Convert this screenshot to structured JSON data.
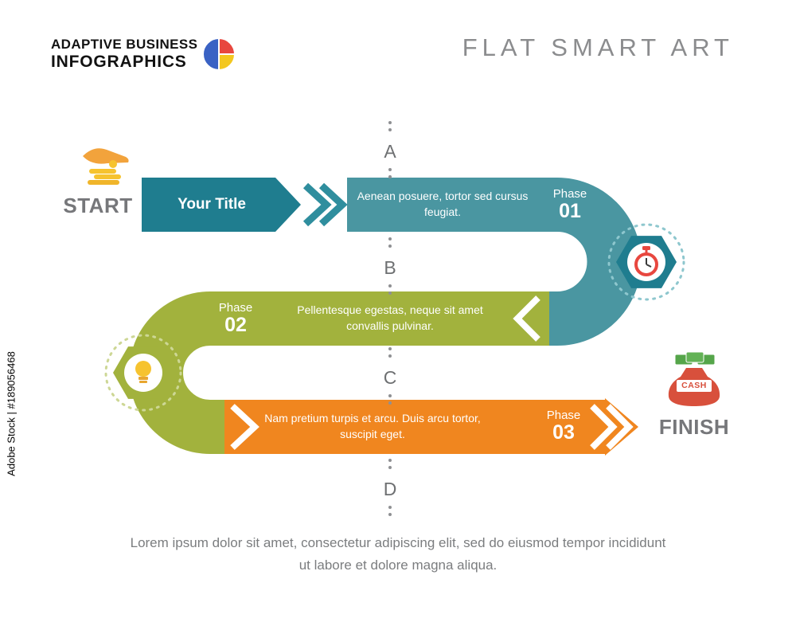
{
  "watermark": {
    "text": "Adobe Stock | #189056468"
  },
  "header": {
    "logo_line1": "ADAPTIVE BUSINESS",
    "logo_line2": "INFOGRAPHICS",
    "title": "FLAT SMART ART"
  },
  "diagram": {
    "start_label": "START",
    "finish_label": "FINISH",
    "title_box_label": "Your Title",
    "markers": [
      "A",
      "B",
      "C",
      "D"
    ],
    "phases": [
      {
        "label": "Phase",
        "number": "01",
        "text": "Aenean posuere, tortor sed cursus feugiat."
      },
      {
        "label": "Phase",
        "number": "02",
        "text": "Pellentesque egestas, neque sit amet convallis pulvinar."
      },
      {
        "label": "Phase",
        "number": "03",
        "text": "Nam pretium turpis et arcu. Duis arcu tortor, suscipit eget."
      }
    ],
    "cash_label": "CASH",
    "icons": {
      "start": "hand-coins-icon",
      "phase1": "stopwatch-icon",
      "phase2": "bulb-icon",
      "finish": "money-bag-icon"
    }
  },
  "footer": {
    "text": "Lorem ipsum dolor sit amet, consectetur adipiscing elit, sed do eiusmod tempor incididunt ut labore et dolore magna aliqua."
  },
  "colors": {
    "teal_dark": "#1f7d8f",
    "teal": "#4a96a1",
    "green": "#a2b23d",
    "orange": "#f0861f",
    "red": "#d8503c",
    "yellow": "#f6c32f",
    "gray_text": "#7b7d7f"
  }
}
